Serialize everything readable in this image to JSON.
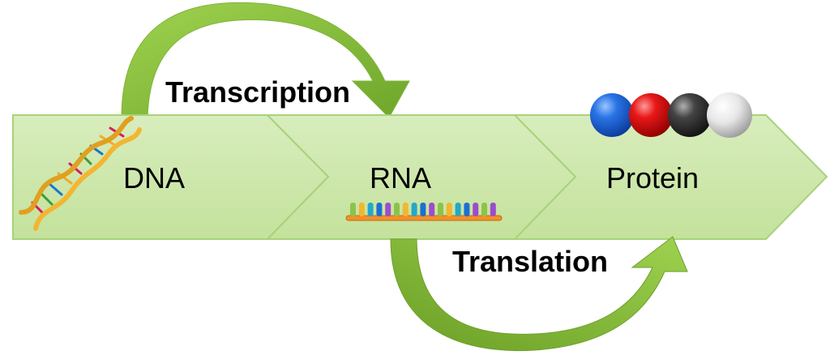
{
  "stages": [
    {
      "label": "DNA",
      "icon": "dna-double-helix-icon"
    },
    {
      "label": "RNA",
      "icon": "rna-strand-icon"
    },
    {
      "label": "Protein",
      "icon": "amino-acid-beads-icon"
    }
  ],
  "arrows": {
    "top": {
      "label": "Transcription"
    },
    "bottom": {
      "label": "Translation"
    }
  },
  "colors": {
    "band_fill": "#cfe8ad",
    "band_edge": "#9ccb6e",
    "arrow_green": "#8cc63f",
    "arrow_dark": "#5f8f1f",
    "bead_blue": "#1560d8",
    "bead_red": "#e01010",
    "bead_black": "#333333",
    "bead_white": "#e8e8e8"
  }
}
